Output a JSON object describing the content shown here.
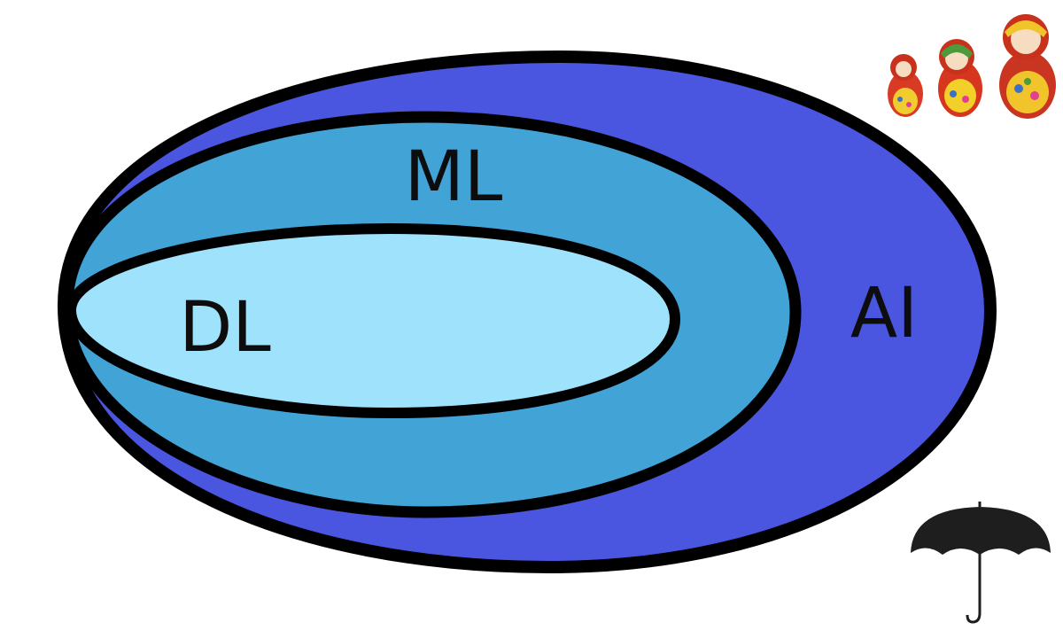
{
  "diagram": {
    "sets": [
      {
        "id": "ai",
        "label": "AI",
        "color": "#4a55e0"
      },
      {
        "id": "ml",
        "label": "ML",
        "color": "#42a3d6"
      },
      {
        "id": "dl",
        "label": "DL",
        "color": "#9ee2fc"
      }
    ],
    "outline_color": "#000000"
  },
  "decorations": {
    "nesting_dolls": {
      "icon": "nesting-dolls-icon",
      "count": 3
    },
    "umbrella": {
      "icon": "umbrella-icon"
    }
  }
}
